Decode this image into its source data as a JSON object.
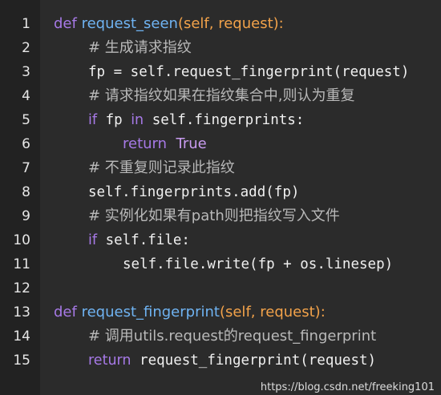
{
  "colors": {
    "background": "#2b2b2b",
    "gutter": "#222222",
    "keyword": "#a679e6",
    "function_name": "#6fb3f2",
    "parameter": "#f2a24a",
    "comment": "#b9b9b9",
    "plain": "#f0f0f0"
  },
  "line_numbers": [
    "1",
    "2",
    "3",
    "4",
    "5",
    "6",
    "7",
    "8",
    "9",
    "10",
    "11",
    "12",
    "13",
    "14",
    "15"
  ],
  "lines": {
    "l1": {
      "kw": "def",
      "fn": "request_seen",
      "open": "(",
      "p1": "self",
      "sep": ", ",
      "p2": "request",
      "close": "):"
    },
    "l2": {
      "comment": "# 生成请求指纹"
    },
    "l3": {
      "code": "fp = self.request_fingerprint(request)"
    },
    "l4": {
      "comment": "# 请求指纹如果在指纹集合中,则认为重复"
    },
    "l5": {
      "kw1": "if",
      "a": " fp ",
      "kw2": "in",
      "b": " self.fingerprints:"
    },
    "l6": {
      "kw": "return",
      "val": "True"
    },
    "l7": {
      "comment": "# 不重复则记录此指纹"
    },
    "l8": {
      "code": "self.fingerprints.add(fp)"
    },
    "l9": {
      "comment": "# 实例化如果有path则把指纹写入文件"
    },
    "l10": {
      "kw": "if",
      "rest": " self.file:"
    },
    "l11": {
      "code": "self.file.write(fp + os.linesep)"
    },
    "l13": {
      "kw": "def",
      "fn": "request_fingerprint",
      "open": "(",
      "p1": "self",
      "sep": ", ",
      "p2": "request",
      "close": "):"
    },
    "l14": {
      "comment": "# 调用utils.request的request_fingerprint"
    },
    "l15": {
      "kw": "return",
      "rest": " request_fingerprint(request)"
    }
  },
  "watermark": "https://blog.csdn.net/freeking101"
}
